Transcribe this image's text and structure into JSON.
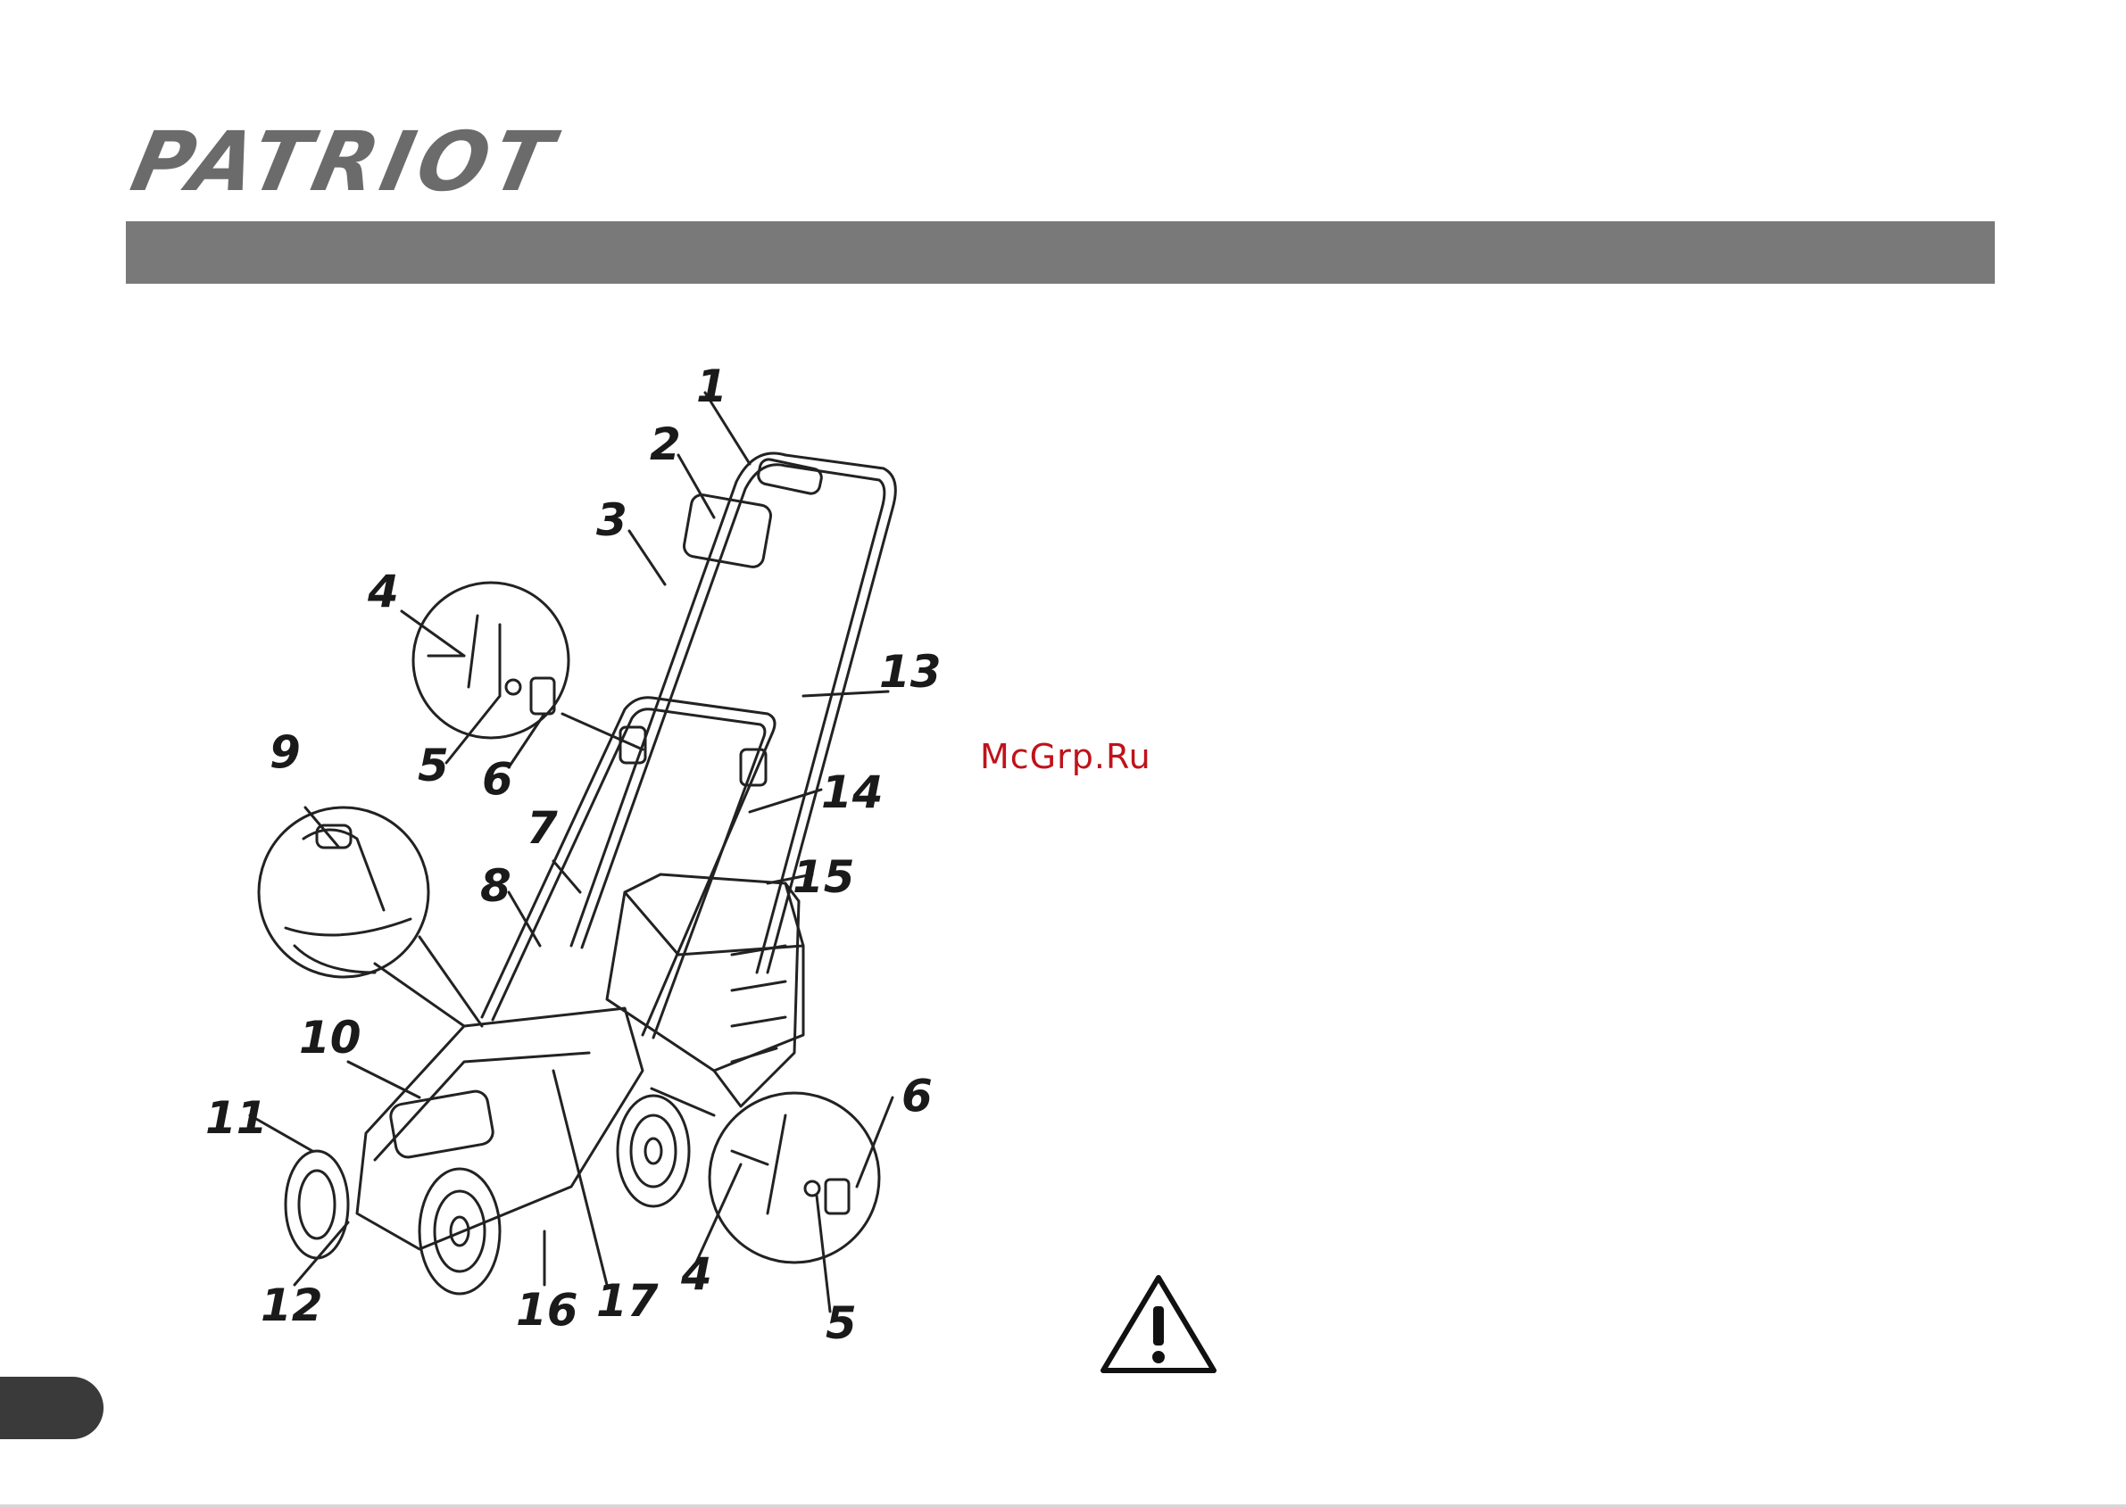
{
  "brand": {
    "name": "PATRIOT"
  },
  "watermark": "McGrp.Ru",
  "colors": {
    "header_bar": "#7a797a",
    "watermark": "#c0121b",
    "page_tab": "#3a3a3a",
    "labels": "#1a1a1a"
  },
  "diagram": {
    "subject": "lawn-mower",
    "callouts": [
      "1",
      "2",
      "3",
      "4",
      "5",
      "6",
      "7",
      "8",
      "9",
      "10",
      "11",
      "12",
      "13",
      "14",
      "15",
      "16",
      "17",
      "4",
      "5",
      "6"
    ]
  },
  "warning_icon": "warning-triangle-icon"
}
